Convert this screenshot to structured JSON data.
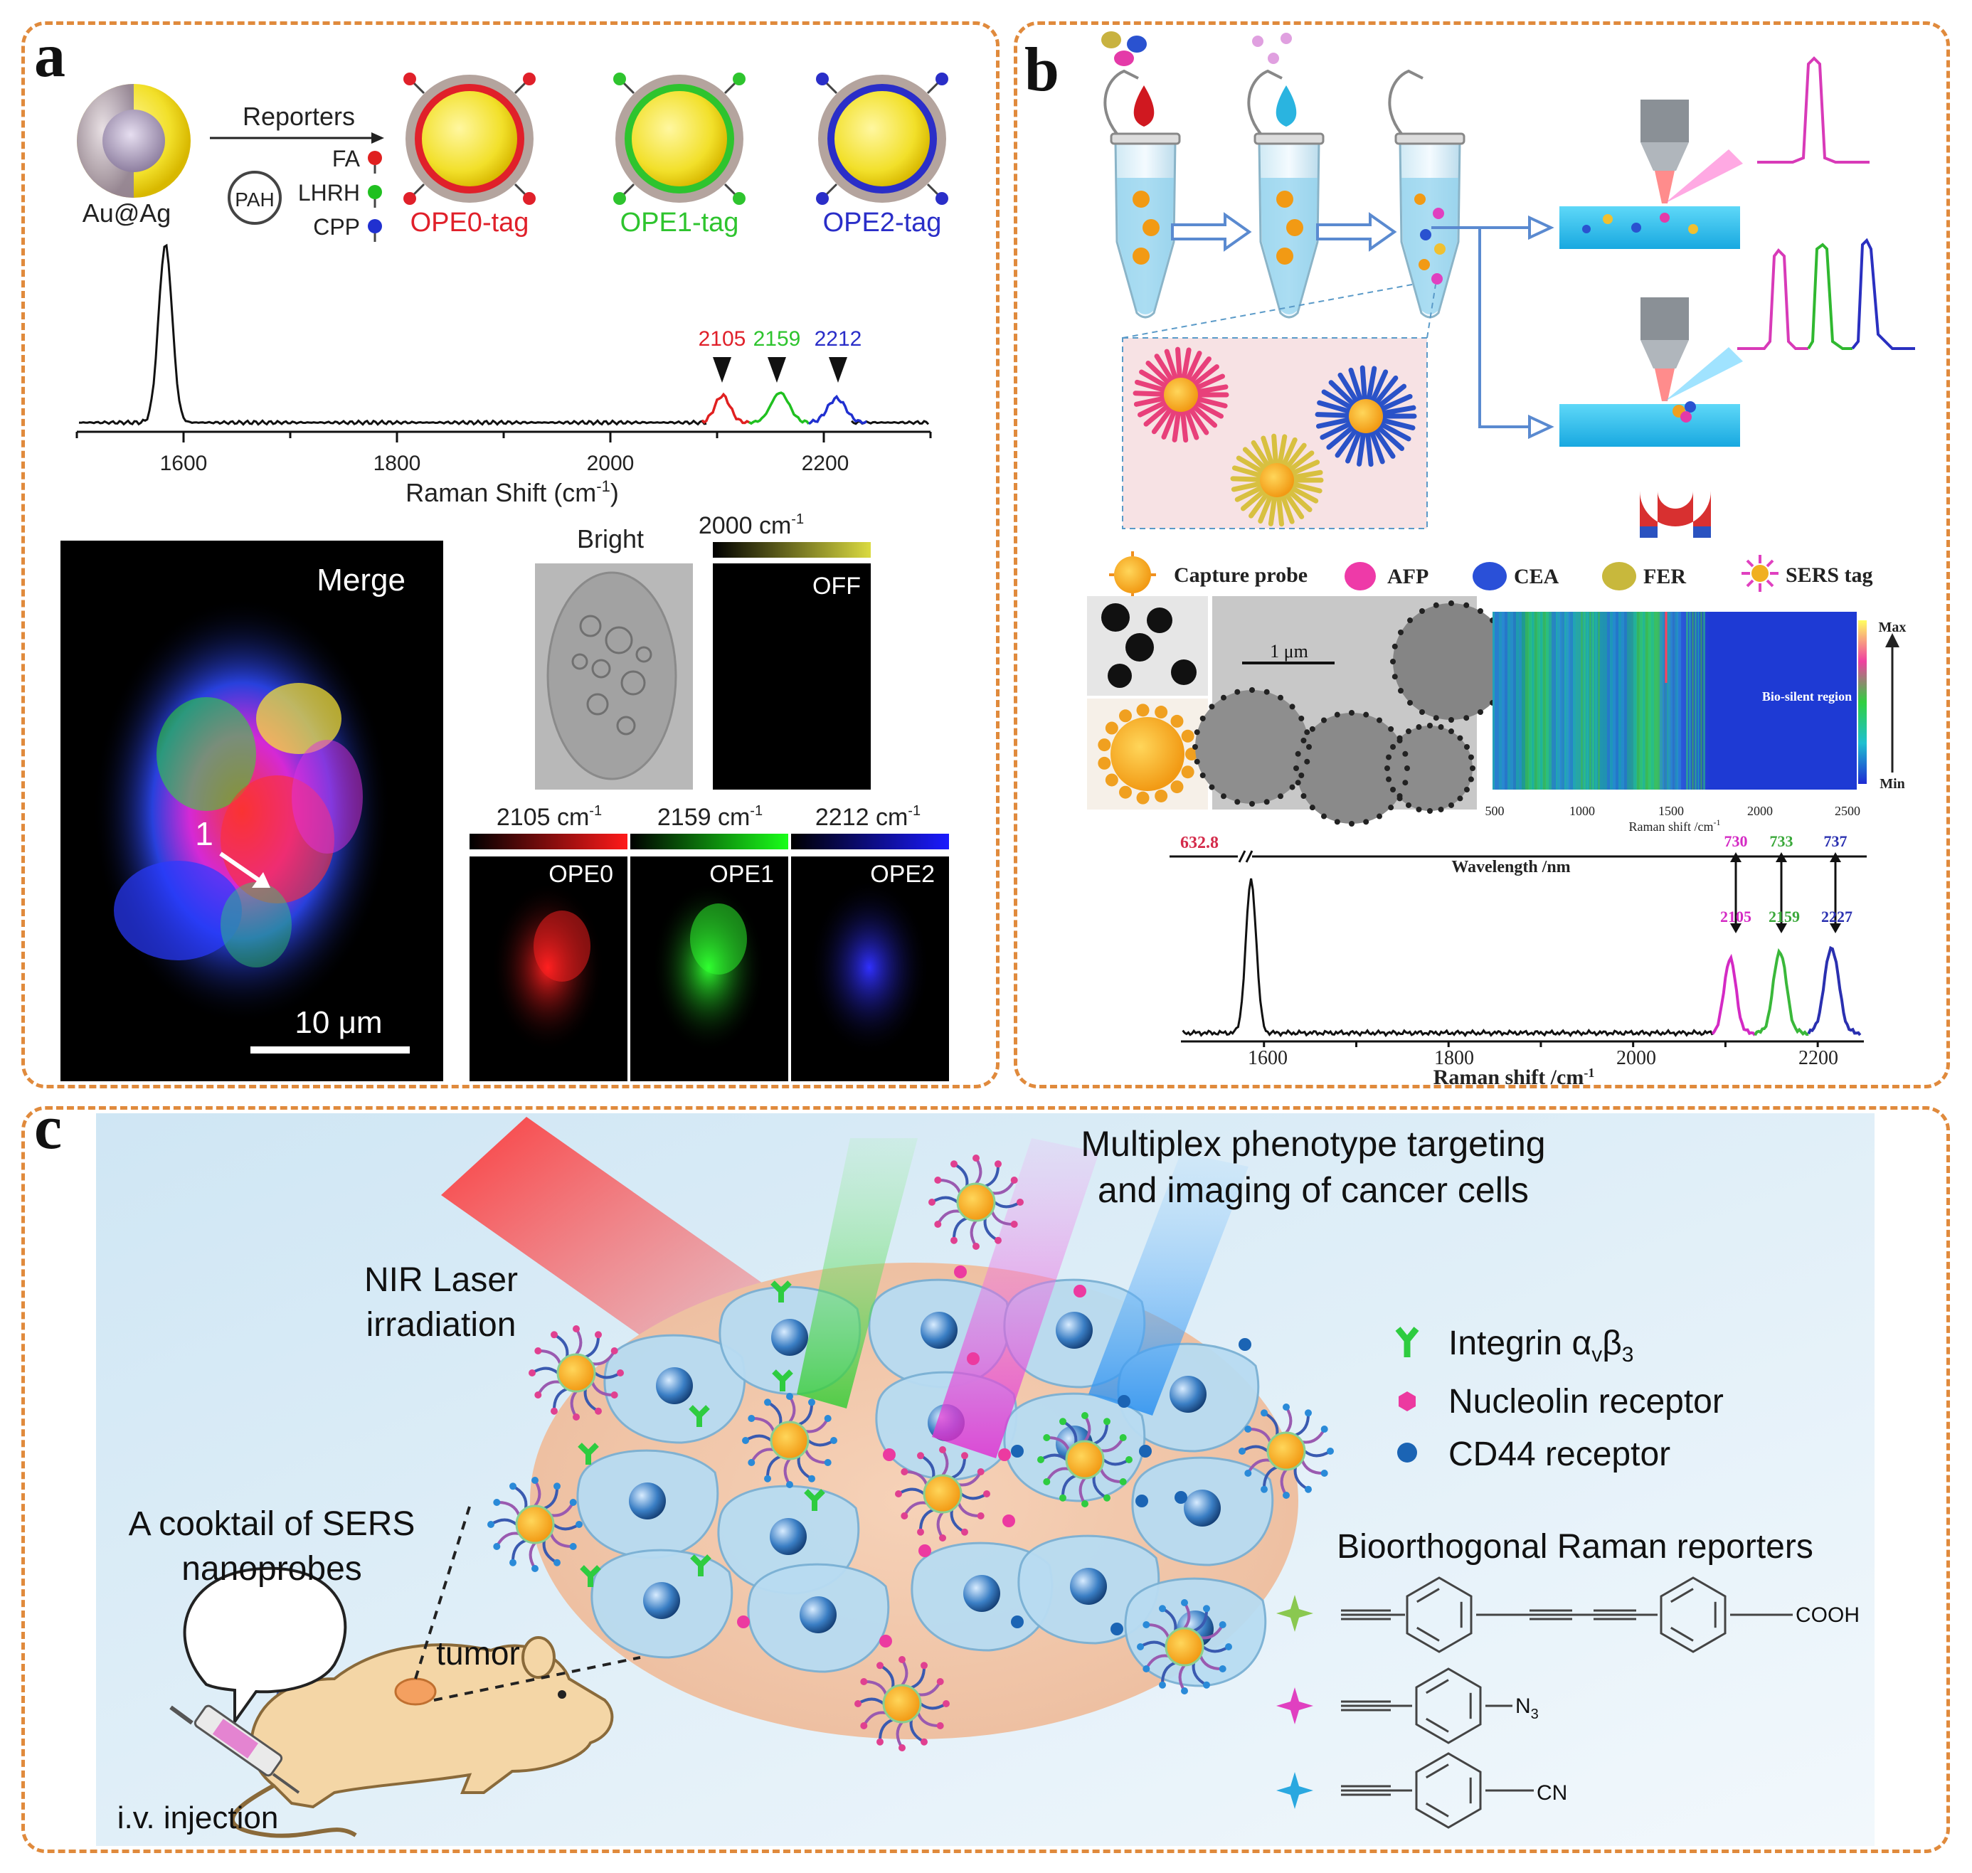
{
  "panels": {
    "a": {
      "label": "a",
      "reporters_label": "Reporters",
      "core_label": "Au@Ag",
      "pah_label": "PAH",
      "ligands": [
        "FA",
        "LHRH",
        "CPP"
      ],
      "tags": [
        {
          "name": "OPE0-tag",
          "color": "#e0202a"
        },
        {
          "name": "OPE1-tag",
          "color": "#2ec42e"
        },
        {
          "name": "OPE2-tag",
          "color": "#2a2ec8"
        }
      ],
      "spectrum": {
        "peak_labels": [
          "2105",
          "2159",
          "2212"
        ],
        "ticks": [
          "1600",
          "1800",
          "2000",
          "2200"
        ],
        "xlabel": "Raman Shift (cm",
        "xlabel_sup": "-1",
        "xlabel_end": ")"
      },
      "images": {
        "merge_label": "Merge",
        "scale_label": "10 μm",
        "marker_label": "1",
        "bright_label": "Bright",
        "off_wavenumber": "2000 cm",
        "off_label": "OFF",
        "channels": [
          {
            "wavenumber": "2105 cm",
            "name": "OPE0"
          },
          {
            "wavenumber": "2159 cm",
            "name": "OPE1"
          },
          {
            "wavenumber": "2212 cm",
            "name": "OPE2"
          }
        ],
        "sup": "-1"
      }
    },
    "b": {
      "label": "b",
      "legend": [
        "Capture probe",
        "AFP",
        "CEA",
        "FER",
        "SERS tag"
      ],
      "tem_scale": "1 μm",
      "heatmap": {
        "region_label": "Bio-silent region",
        "max_label": "Max",
        "min_label": "Min",
        "ticks": [
          "500",
          "1000",
          "1500",
          "2000",
          "2500"
        ],
        "xlabel": "Raman shift /cm"
      },
      "spectrum": {
        "laser": "632.8",
        "wavelength_label": "Wavelength /nm",
        "wavelengths": [
          "730",
          "733",
          "737"
        ],
        "raman_peaks": [
          "2105",
          "2159",
          "2227"
        ],
        "ticks": [
          "1600",
          "1800",
          "2000",
          "2200"
        ],
        "xlabel": "Raman shift /cm"
      }
    },
    "c": {
      "label": "c",
      "title_line1": "Multiplex phenotype targeting",
      "title_line2": "and imaging of cancer cells",
      "laser_line1": "NIR Laser",
      "laser_line2": "irradiation",
      "cocktail_line1": "A cooktail of SERS",
      "cocktail_line2": "nanoprobes",
      "tumor_label": "tumor",
      "injection_label": "i.v. injection",
      "legend": [
        {
          "name": "Integrin α",
          "sub1": "v",
          "mid": "β",
          "sub2": "3",
          "color": "#2ecc40"
        },
        {
          "name": "Nucleolin receptor",
          "color": "#ec3aa0"
        },
        {
          "name": "CD44 receptor",
          "color": "#1b64b4"
        }
      ],
      "reporters_title": "Bioorthogonal Raman reporters",
      "reporter_groups": [
        "COOH",
        "N",
        "CN"
      ],
      "reporter_sub": "3"
    }
  }
}
